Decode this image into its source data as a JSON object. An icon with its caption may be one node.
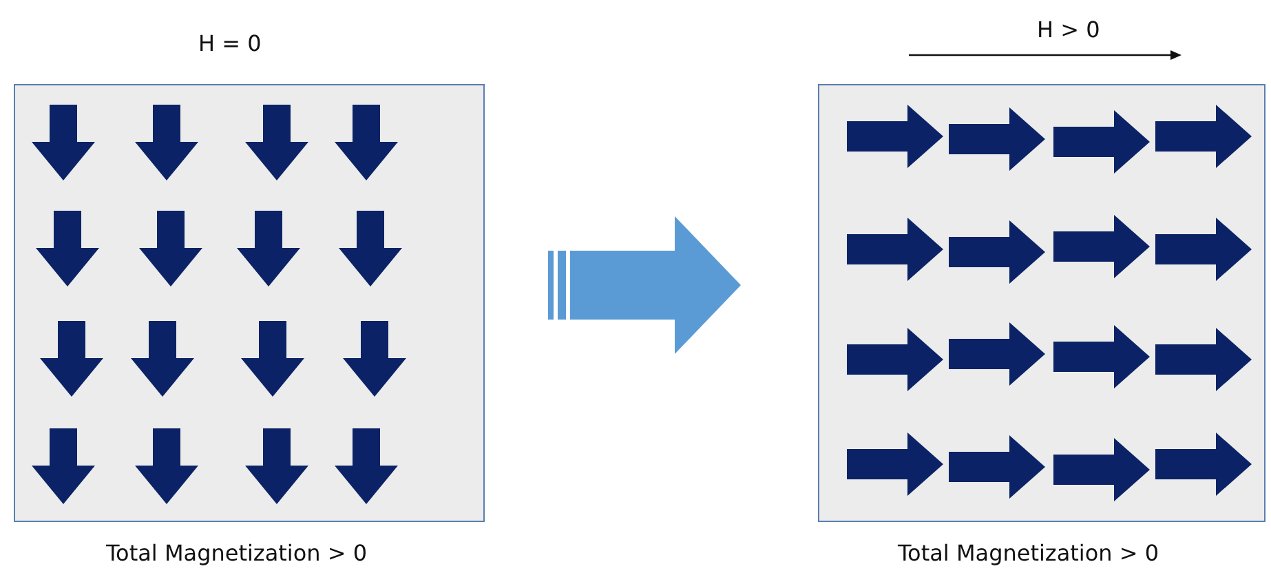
{
  "diagram": {
    "nodes": [
      {
        "text": [
          "H = 0"
        ],
        "beside": [
          "Total Magnetization > 0"
        ]
      },
      {
        "text": [
          "H > 0"
        ],
        "beside": [
          "Total Magnetization > 0"
        ]
      }
    ],
    "edges": [
      {
        "from": 0,
        "to": 1,
        "arrow": "to"
      }
    ]
  }
}
